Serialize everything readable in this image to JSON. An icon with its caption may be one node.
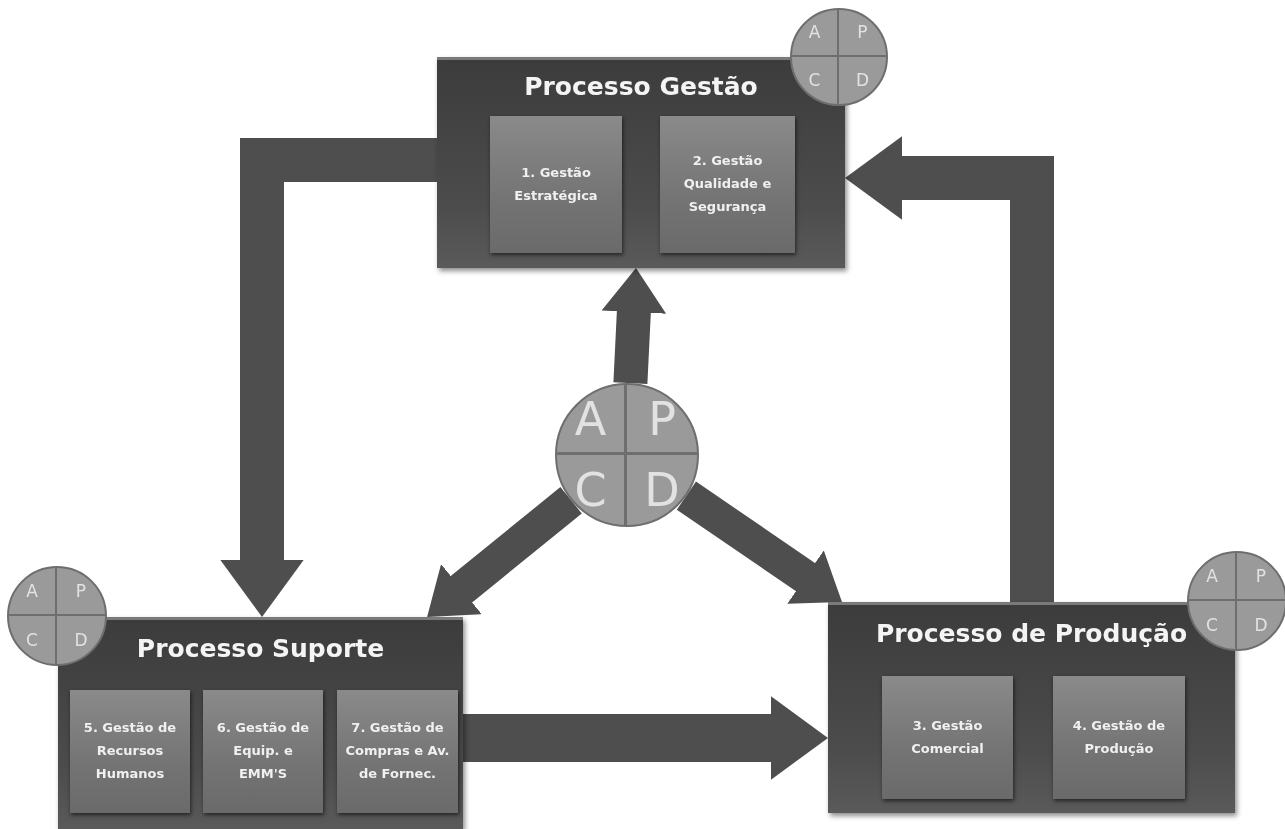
{
  "diagram": {
    "nodes": [
      {
        "text": [
          "Processo Gestão"
        ]
      },
      {
        "text": [
          "1. Gestão Estratégica"
        ],
        "in": 0
      },
      {
        "text": [
          "2. Gestão Qualidade e Segurança"
        ],
        "in": 0
      },
      {
        "text": [
          "A",
          "P",
          "C",
          "D"
        ]
      },
      {
        "text": [
          "A",
          "P",
          "C",
          "D"
        ]
      },
      {
        "text": [
          "Processo Suporte"
        ]
      },
      {
        "text": [
          "5. Gestão de Recursos Humanos"
        ],
        "in": 5
      },
      {
        "text": [
          "6. Gestão de Equip. e EMM'S"
        ],
        "in": 5
      },
      {
        "text": [
          "7. Gestão de Compras e Av. de Fornec."
        ],
        "in": 5
      },
      {
        "text": [
          "A",
          "P",
          "C",
          "D"
        ]
      },
      {
        "text": [
          "Processo de Produção"
        ]
      },
      {
        "text": [
          "3. Gestão Comercial"
        ],
        "in": 10
      },
      {
        "text": [
          "4. Gestão de Produção"
        ],
        "in": 10
      },
      {
        "text": [
          "A",
          "P",
          "C",
          "D"
        ]
      }
    ],
    "edges": [
      {
        "from": 4,
        "to": 0,
        "arrow": "to"
      },
      {
        "from": 0,
        "to": 5,
        "arrow": "to"
      },
      {
        "from": 4,
        "to": 5,
        "arrow": "to"
      },
      {
        "from": 4,
        "to": 10,
        "arrow": "to"
      },
      {
        "from": 5,
        "to": 10,
        "arrow": "to"
      },
      {
        "from": 10,
        "to": 0,
        "arrow": "to"
      }
    ]
  }
}
